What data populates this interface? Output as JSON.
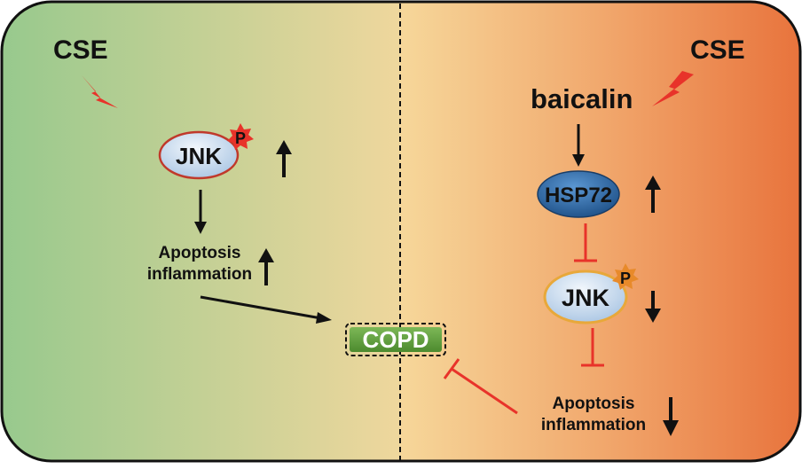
{
  "left_panel": {
    "stimulus": "CSE",
    "kinase": "JNK",
    "phospho_mark": "P",
    "outcome_lines": [
      "Apoptosis",
      "inflammation"
    ]
  },
  "right_panel": {
    "stimulus": "CSE",
    "drug": "baicalin",
    "chaperone": "HSP72",
    "kinase": "JNK",
    "phospho_mark": "P",
    "outcome_lines": [
      "Apoptosis",
      "inflammation"
    ]
  },
  "disease": "COPD",
  "icons": [
    "lightning-bolt-icon",
    "phospho-star-icon",
    "up-arrow-icon",
    "down-arrow-icon",
    "inhibition-bar-icon"
  ],
  "colors": {
    "left_gradient_start": "#97c98d",
    "left_gradient_end": "#efd79d",
    "right_gradient_start": "#f6d79a",
    "right_gradient_end": "#e8733c",
    "inhibition": "#e8332a",
    "lightning": "#e8332a",
    "copd_fill": "#5f9a3f",
    "hsp72_fill": "#2f6eaa",
    "jnk_fill": "#c8dcef"
  }
}
